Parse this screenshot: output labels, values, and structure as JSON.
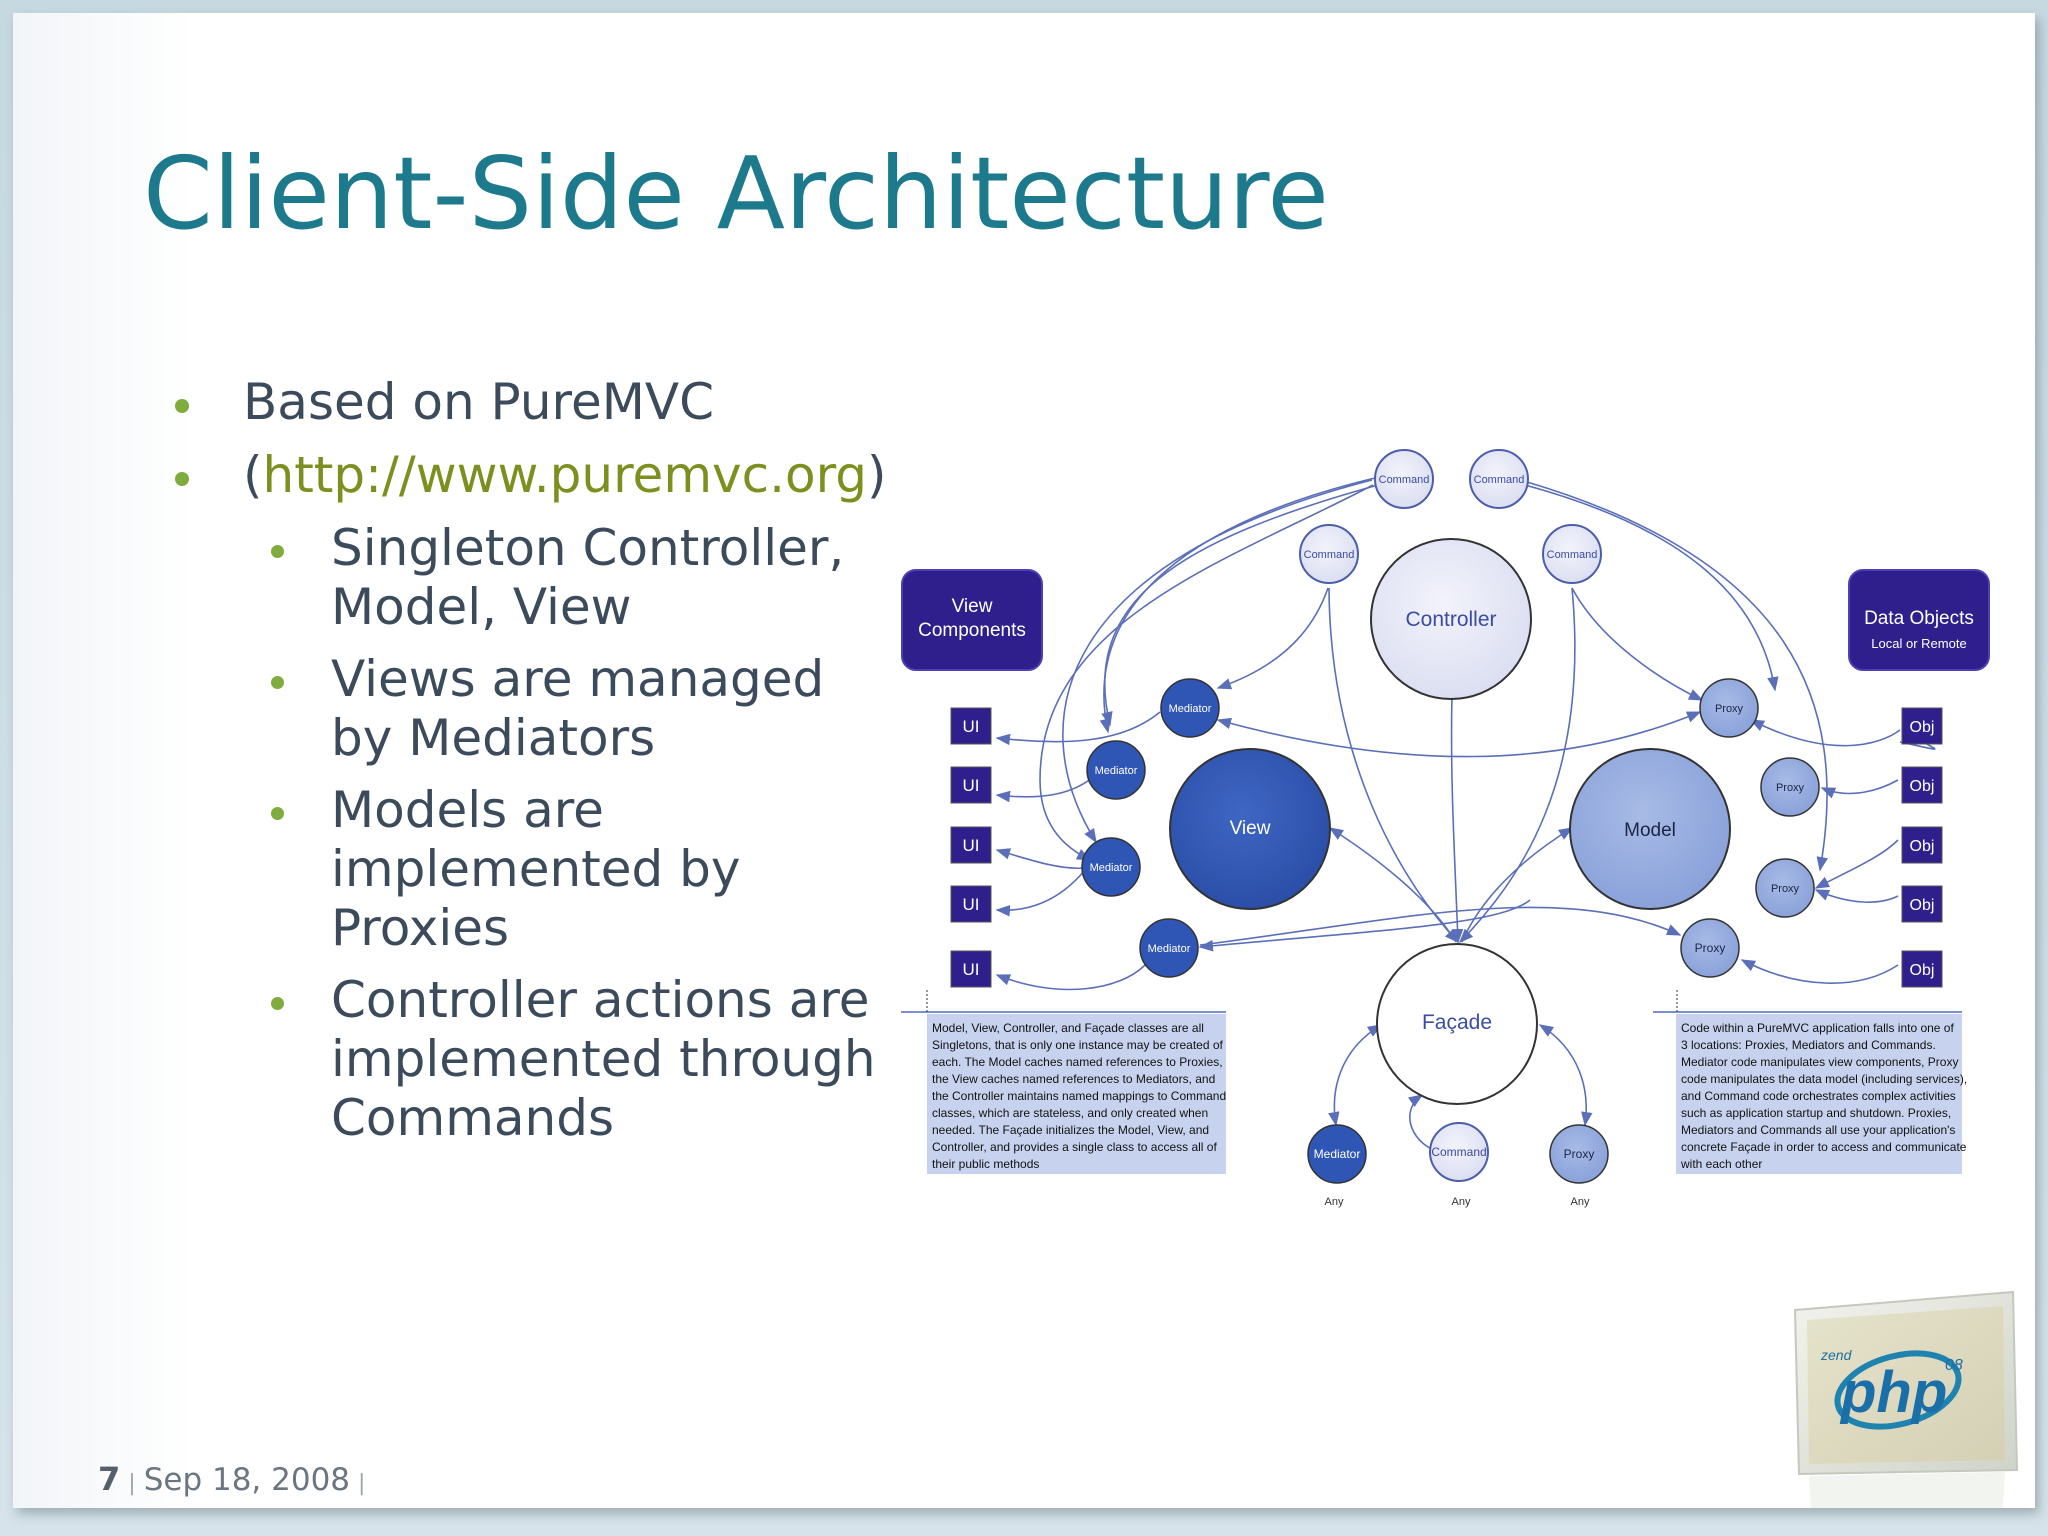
{
  "slide": {
    "title": "Client-Side Architecture",
    "bullets": {
      "b1": "Based on PureMVC",
      "b2_open": "(",
      "b2_link": "http://www.puremvc.org",
      "b2_close": ")",
      "sub": [
        "Singleton Controller, Model, View",
        "Views are managed by Mediators",
        "Models are implemented by Proxies",
        "Controller actions are implemented through Commands"
      ]
    },
    "footer": {
      "page_number": "7",
      "separator": "|",
      "date": "Sep 18, 2008"
    }
  },
  "diagram": {
    "view_components": [
      "View",
      "Components"
    ],
    "data_objects": "Data Objects",
    "data_objects_sub": "Local or Remote",
    "controller": "Controller",
    "view": "View",
    "model": "Model",
    "facade": "Façade",
    "command": "Command",
    "mediator": "Mediator",
    "proxy": "Proxy",
    "ui": "UI",
    "obj": "Obj",
    "any": "Any",
    "note_left": [
      "Model, View, Controller, and Façade classes are all",
      "Singletons, that is only one instance may be created of",
      "each. The Model caches named references to Proxies,",
      "the View caches named references to Mediators, and",
      "the Controller maintains named mappings to Command",
      "classes, which are stateless, and only created when",
      "needed. The Façade initializes the Model, View, and",
      "Controller, and provides a single class to access all of",
      "their public methods"
    ],
    "note_right": [
      "Code within a PureMVC application falls into one of",
      "3 locations: Proxies, Mediators and Commands.",
      "Mediator code manipulates view components, Proxy",
      "code manipulates the data model (including services),",
      "and Command code orchestrates complex activities",
      "such as application startup and shutdown. Proxies,",
      "Mediators and Commands all use your application's",
      "concrete Façade in order to access and communicate",
      "with each other"
    ]
  },
  "logo": {
    "brand_small": "zend",
    "brand": "php",
    "year": "08"
  }
}
